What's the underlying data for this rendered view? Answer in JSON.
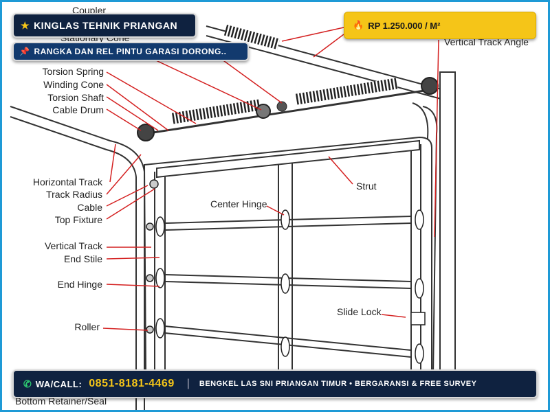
{
  "header": {
    "brand": "KINGLAS TEHNIK PRIANGAN",
    "brand_icon": "star-icon",
    "subtitle": "RANGKA DAN REL PINTU GARASI DORONG..",
    "subtitle_icon": "pin-icon",
    "price": "RP 1.250.000 / M²",
    "price_icon": "flame-icon"
  },
  "footer": {
    "phone_icon": "phone-icon",
    "wa_label": "WA/CALL:",
    "phone": "0851-8181-4469",
    "separator": "|",
    "tagline": "BENGKEL LAS SNI PRIANGAN TIMUR • BERGARANSI & FREE SURVEY"
  },
  "diagram": {
    "labels": {
      "coupler": "Coupler",
      "stationary_cone": "Stationary Cone",
      "torsion_spring": "Torsion Spring",
      "winding_cone": "Winding Cone",
      "torsion_shaft": "Torsion Shaft",
      "cable_drum": "Cable Drum",
      "horizontal_track": "Horizontal Track",
      "track_radius": "Track Radius",
      "cable": "Cable",
      "top_fixture": "Top Fixture",
      "vertical_track": "Vertical Track",
      "end_stile": "End Stile",
      "end_hinge": "End Hinge",
      "roller": "Roller",
      "center_hinge": "Center Hinge",
      "strut": "Strut",
      "slide_lock": "Slide Lock",
      "vertical_track_angle": "Vertical Track Angle",
      "bottom_retainer_seal": "Bottom Retainer/Seal"
    }
  },
  "colors": {
    "frame": "#1e9ad6",
    "navy": "#0f2240",
    "accent": "#f5c518",
    "leader": "#d42020",
    "line": "#333333"
  }
}
